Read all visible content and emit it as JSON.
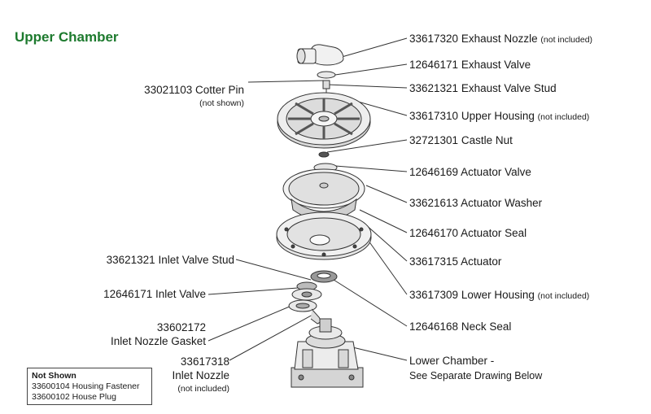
{
  "title": "Upper Chamber",
  "right_labels": [
    {
      "part": "33617320",
      "name": "Exhaust Nozzle",
      "note": "(not included)"
    },
    {
      "part": "12646171",
      "name": "Exhaust Valve",
      "note": ""
    },
    {
      "part": "33621321",
      "name": "Exhaust Valve Stud",
      "note": ""
    },
    {
      "part": "33617310",
      "name": "Upper Housing",
      "note": "(not included)"
    },
    {
      "part": "32721301",
      "name": "Castle Nut",
      "note": ""
    },
    {
      "part": "12646169",
      "name": "Actuator Valve",
      "note": ""
    },
    {
      "part": "33621613",
      "name": "Actuator Washer",
      "note": ""
    },
    {
      "part": "12646170",
      "name": "Actuator Seal",
      "note": ""
    },
    {
      "part": "33617315",
      "name": "Actuator",
      "note": ""
    },
    {
      "part": "33617309",
      "name": "Lower Housing",
      "note": "(not included)"
    },
    {
      "part": "12646168",
      "name": "Neck Seal",
      "note": ""
    }
  ],
  "lower_chamber": {
    "line1": "Lower Chamber -",
    "line2": "See Separate Drawing Below"
  },
  "left_labels": {
    "cotter_pin": {
      "text": "33021103 Cotter Pin",
      "note": "(not shown)"
    },
    "inlet_valve_stud": "33621321 Inlet Valve Stud",
    "inlet_valve": "12646171 Inlet Valve",
    "inlet_nozzle_gasket": {
      "line1": "33602172",
      "line2": "Inlet Nozzle Gasket"
    },
    "inlet_nozzle": {
      "line1": "33617318",
      "line2": "Inlet Nozzle",
      "note": "(not included)"
    }
  },
  "not_shown": {
    "heading": "Not Shown",
    "items": [
      "33600104 Housing Fastener",
      "33600102 House Plug"
    ]
  }
}
